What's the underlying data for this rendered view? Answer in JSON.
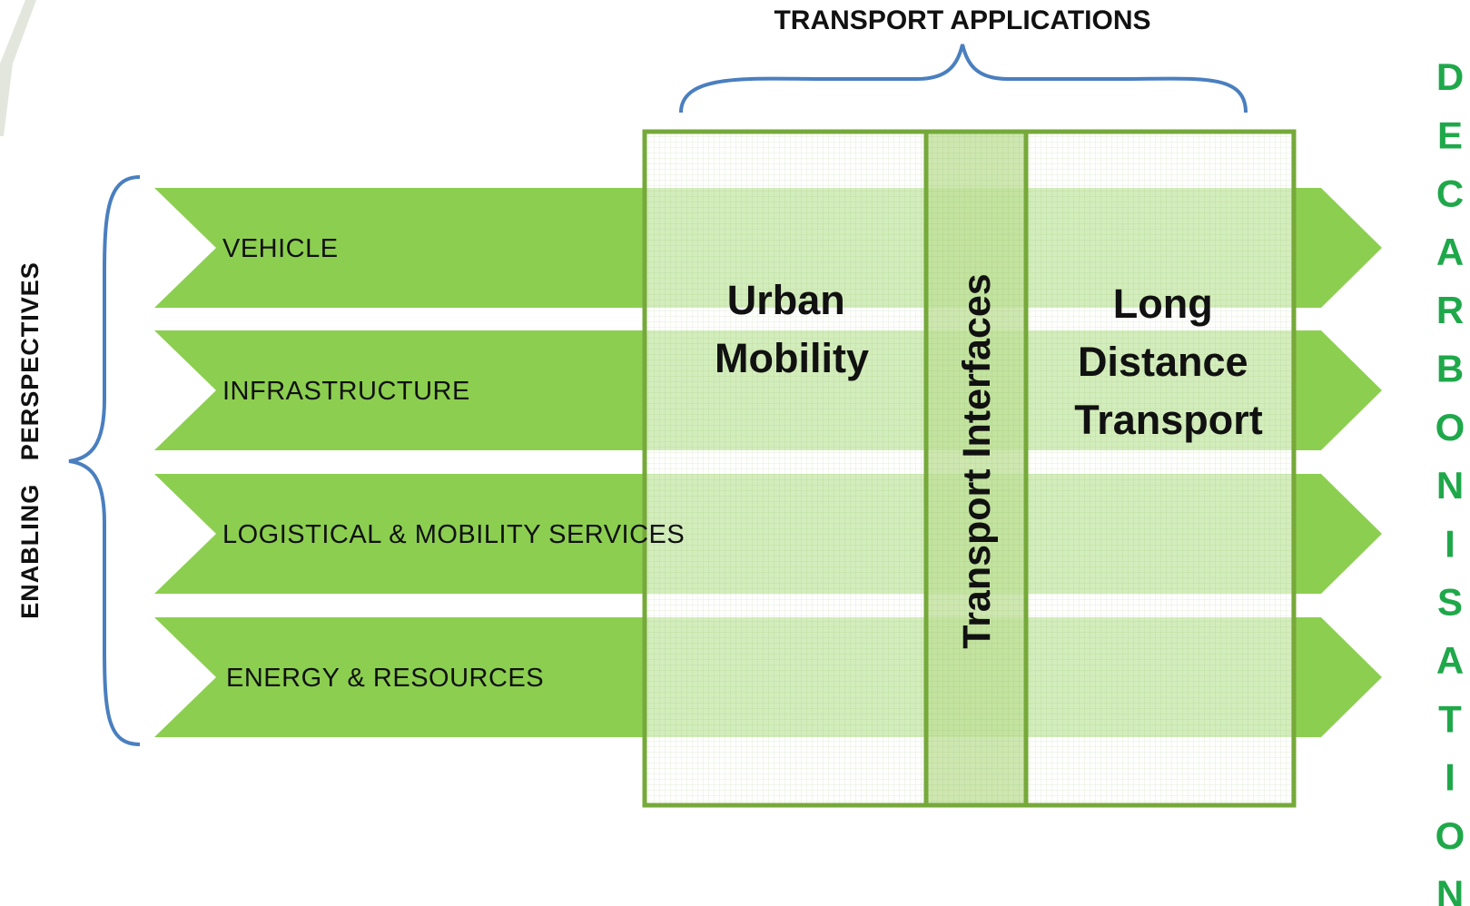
{
  "transport_applications_title": "TRANSPORT APPLICATIONS",
  "enabling_perspectives_title": "ENABLING   PERSPECTIVES",
  "perspectives": [
    "VEHICLE",
    "INFRASTRUCTURE",
    "LOGISTICAL & MOBILITY SERVICES",
    "ENERGY & RESOURCES"
  ],
  "applications": {
    "urban_mobility": [
      "Urban",
      "Mobility"
    ],
    "long_distance_transport": [
      "Long",
      "Distance",
      "Transport"
    ],
    "transport_interfaces": "Transport Interfaces"
  },
  "decarbonisation_letters": [
    "D",
    "E",
    "C",
    "A",
    "R",
    "B",
    "O",
    "N",
    "I",
    "S",
    "A",
    "T",
    "I",
    "O",
    "N"
  ],
  "colors": {
    "arrow_green": "#8ccf50",
    "decarbonisation_green": "#1fa84a",
    "brace_blue": "#4a7fbf",
    "panel_border": "#76a93a"
  }
}
